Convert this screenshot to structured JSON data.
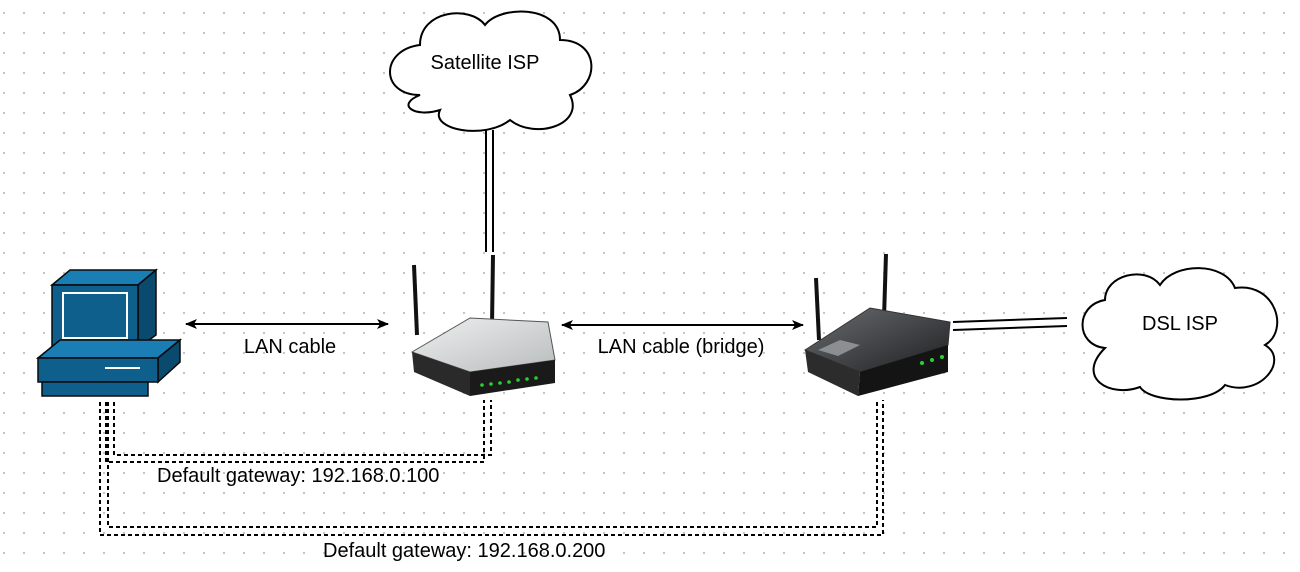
{
  "nodes": {
    "satellite_isp": {
      "label": "Satellite ISP"
    },
    "dsl_isp": {
      "label": "DSL ISP"
    }
  },
  "links": {
    "pc_to_router": {
      "label": "LAN cable"
    },
    "router_to_bridge": {
      "label": "LAN cable (bridge)"
    }
  },
  "gateways": {
    "primary": {
      "label": "Default gateway: 192.168.0.100"
    },
    "secondary": {
      "label": "Default gateway: 192.168.0.200"
    }
  },
  "colors": {
    "computer_fill": "#0f5f8c",
    "router_body": "#d4d6d6",
    "router_dark": "#1a1a1a",
    "led_green": "#29d12f",
    "line": "#000000"
  }
}
